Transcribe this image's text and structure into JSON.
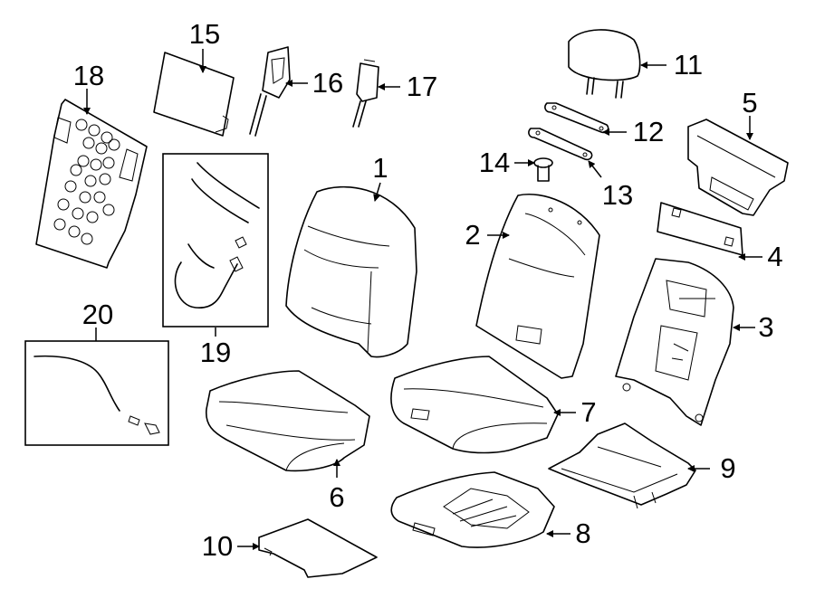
{
  "callouts": {
    "n1": "1",
    "n2": "2",
    "n3": "3",
    "n4": "4",
    "n5": "5",
    "n6": "6",
    "n7": "7",
    "n8": "8",
    "n9": "9",
    "n10": "10",
    "n11": "11",
    "n12": "12",
    "n13": "13",
    "n14": "14",
    "n15": "15",
    "n16": "16",
    "n17": "17",
    "n18": "18",
    "n19": "19",
    "n20": "20"
  }
}
